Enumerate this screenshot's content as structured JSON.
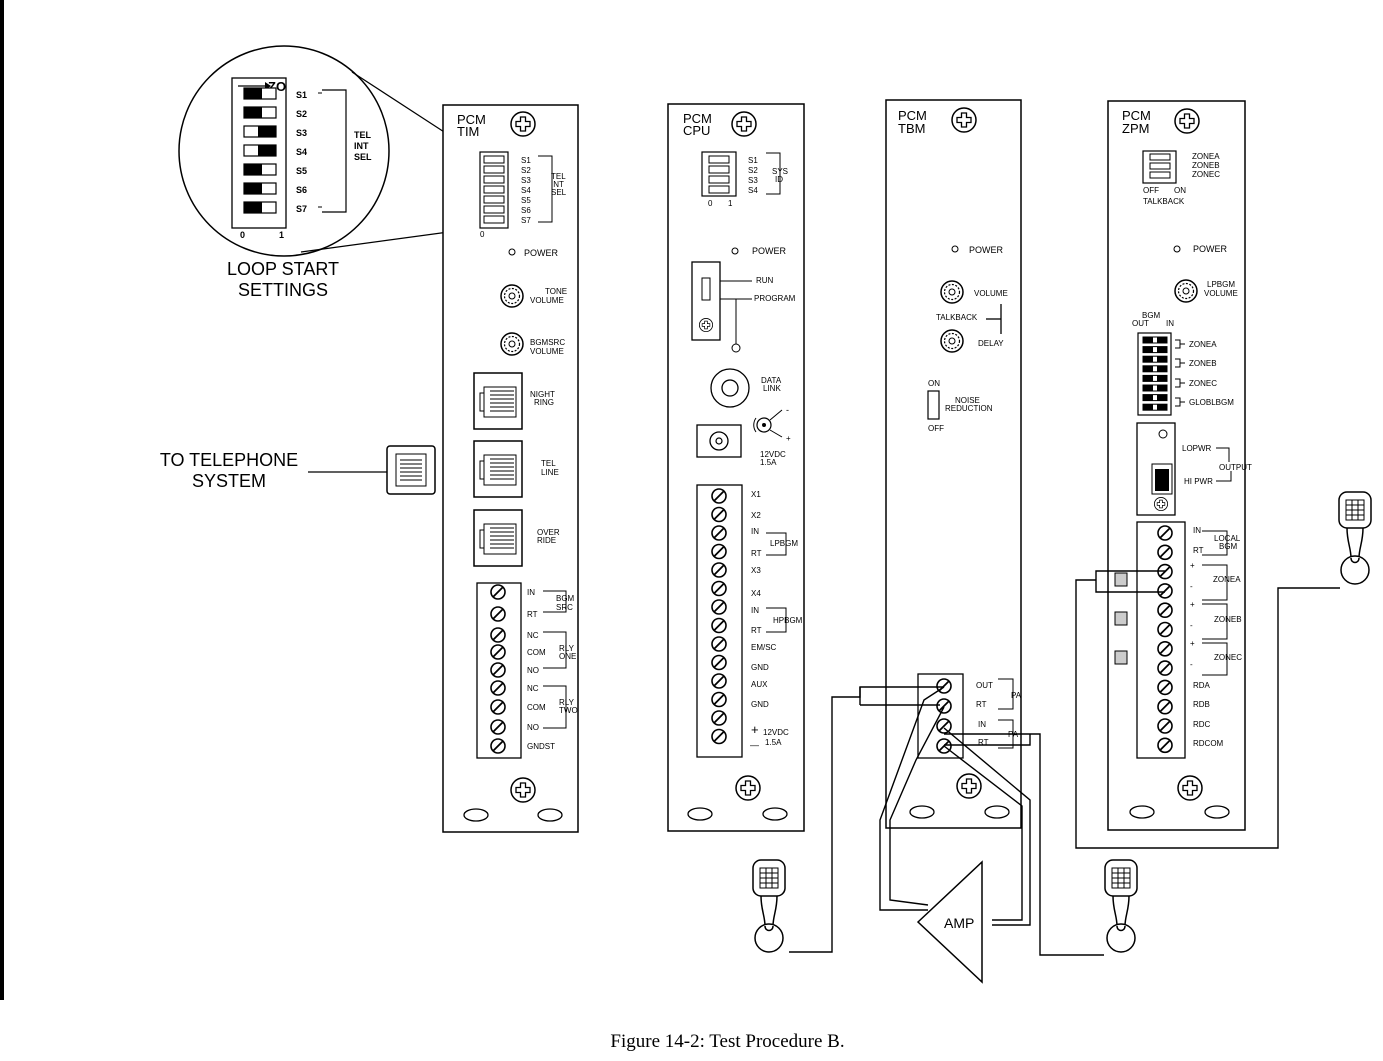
{
  "caption": "Figure 14-2: Test Procedure B.",
  "loop_start": {
    "title_line1": "LOOP START",
    "title_line2": "SETTINGS",
    "switches": [
      "S1",
      "S2",
      "S3",
      "S4",
      "S5",
      "S6",
      "S7"
    ],
    "group_label": [
      "TEL",
      "INT",
      "SEL"
    ],
    "scale_0": "0",
    "scale_1": "1",
    "arrow_label": "ZO",
    "switch_states": [
      1,
      1,
      0,
      0,
      1,
      1,
      1
    ]
  },
  "to_telephone": [
    "TO TELEPHONE",
    "SYSTEM"
  ],
  "tim": {
    "title": [
      "PCM",
      "TIM"
    ],
    "dip_labels": [
      "S1",
      "S2",
      "S3",
      "S4",
      "S5",
      "S6",
      "S7"
    ],
    "dip_group": [
      "TEL",
      "INT",
      "SEL"
    ],
    "scale_0": "0",
    "power": "POWER",
    "tone_volume": [
      "TONE",
      "VOLUME"
    ],
    "bgmsrc_volume": [
      "BGMSRC",
      "VOLUME"
    ],
    "night_ring": [
      "NIGHT",
      "RING"
    ],
    "tel_line": [
      "TEL",
      "LINE"
    ],
    "override": [
      "OVER",
      "RIDE"
    ],
    "terminals": [
      "IN",
      "RT",
      "NC",
      "COM",
      "NO",
      "NC",
      "COM",
      "NO",
      "GNDST"
    ],
    "bgm_src": [
      "BGM",
      "SRC"
    ],
    "rly_one": [
      "RLY",
      "ONE"
    ],
    "rly_two": [
      "RLY",
      "TWO"
    ]
  },
  "cpu": {
    "title": [
      "PCM",
      "CPU"
    ],
    "dip_labels": [
      "S1",
      "S2",
      "S3",
      "S4"
    ],
    "sys_id": [
      "SYS",
      "ID"
    ],
    "scale": [
      "0",
      "1"
    ],
    "power": "POWER",
    "run": "RUN",
    "program": "PROGRAM",
    "data_link": [
      "DATA",
      "LINK"
    ],
    "polarity": [
      "-",
      "+"
    ],
    "dc": [
      "12VDC",
      "1.5A"
    ],
    "terminals": [
      "X1",
      "X2",
      "IN",
      "RT",
      "X3",
      "X4",
      "IN",
      "RT",
      "EM/SC",
      "GND",
      "AUX",
      "GND",
      "12VDC",
      "1.5A"
    ],
    "lpbgm": "LPBGM",
    "hpbgm": "HPBGM",
    "plus": "+",
    "minus": "—"
  },
  "tbm": {
    "title": [
      "PCM",
      "TBM"
    ],
    "power": "POWER",
    "volume": "VOLUME",
    "talkback": "TALKBACK",
    "delay": "DELAY",
    "on": "ON",
    "off": "OFF",
    "noise_reduction": [
      "NOISE",
      "REDUCTION"
    ],
    "terminals": [
      "OUT",
      "RT",
      "IN",
      "RT"
    ],
    "pa": "PA"
  },
  "zpm": {
    "title": [
      "PCM",
      "ZPM"
    ],
    "zones": [
      "ZONEA",
      "ZONEB",
      "ZONEC"
    ],
    "off_on": [
      "OFF",
      "ON"
    ],
    "talkback": "TALKBACK",
    "power": "POWER",
    "lpbgm_volume": [
      "LPBGM",
      "VOLUME"
    ],
    "bgm_out_in": [
      "BGM",
      "OUT",
      "IN"
    ],
    "bgm_groups": [
      "ZONEA",
      "ZONEB",
      "ZONEC",
      "GLOBLBGM"
    ],
    "lo_pwr": "LOPWR",
    "hi_pwr": "HI PWR",
    "output": "OUTPUT",
    "terminals": [
      "IN",
      "RT",
      "+",
      "-",
      "+",
      "-",
      "+",
      "-",
      "RDA",
      "RDB",
      "RDC",
      "RDCOM"
    ],
    "local_bgm": [
      "LOCAL",
      "BGM"
    ],
    "zone_labels": [
      "ZONEA",
      "ZONEB",
      "ZONEC"
    ]
  },
  "amp": "AMP"
}
